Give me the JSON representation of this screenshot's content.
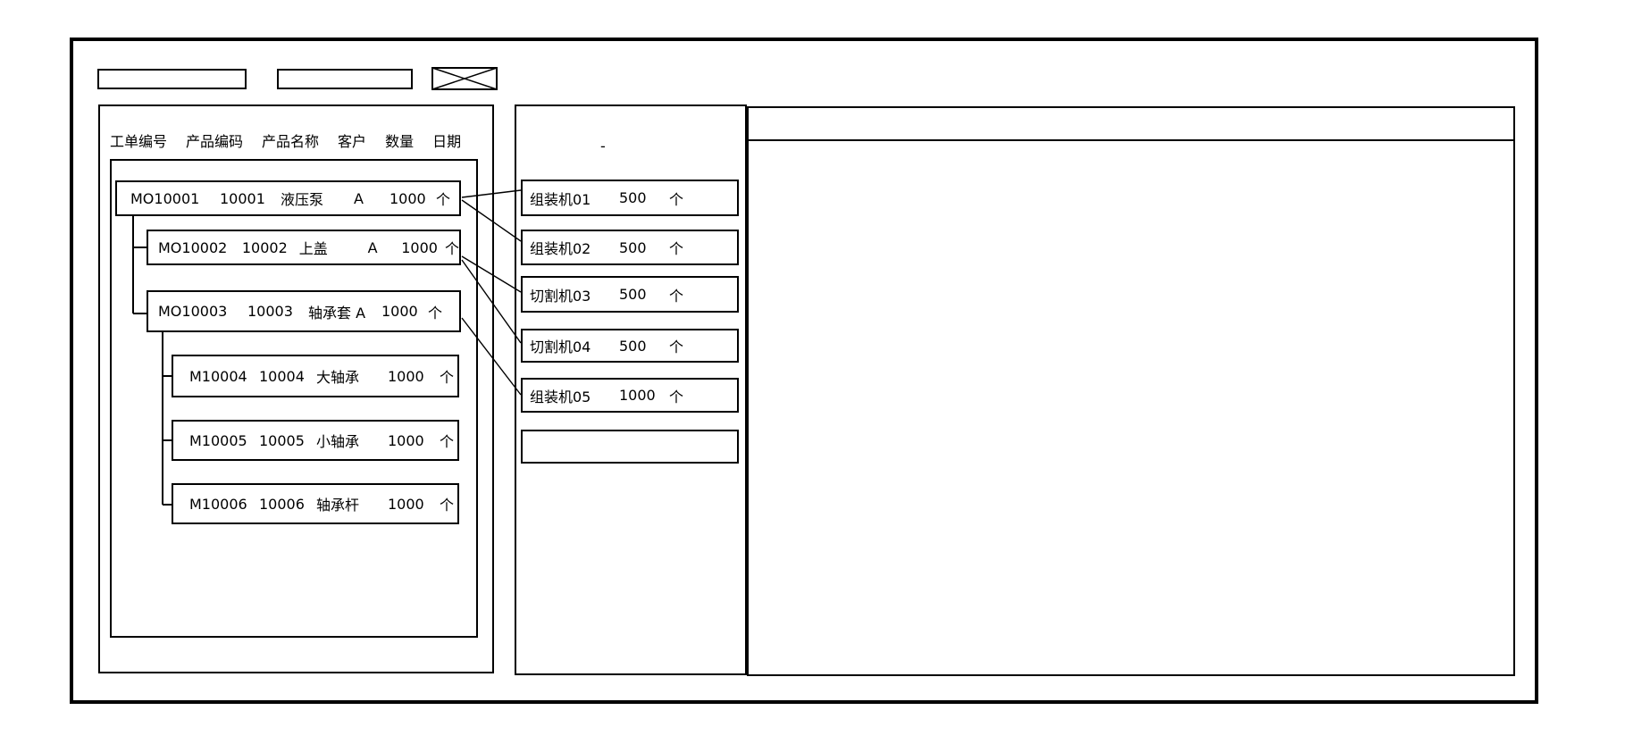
{
  "toolbar": {
    "field1_value": "",
    "field2_value": "",
    "close_icon": "x-cross"
  },
  "left_panel": {
    "columns": [
      "工单编号",
      "产品编码",
      "产品名称",
      "客户",
      "数量",
      "日期"
    ],
    "orders": [
      {
        "id": "MO10001",
        "code": "10001",
        "name": "液压泵",
        "customer": "A",
        "qty": "1000",
        "unit": "个",
        "level": 0
      },
      {
        "id": "MO10002",
        "code": "10002",
        "name": "上盖",
        "customer": "A",
        "qty": "1000",
        "unit": "个",
        "level": 1
      },
      {
        "id": "MO10003",
        "code": "10003",
        "name": "轴承套 A",
        "customer": "",
        "qty": "1000",
        "unit": "个",
        "level": 1
      },
      {
        "id": "M10004",
        "code": "10004",
        "name": "大轴承",
        "customer": "",
        "qty": "1000",
        "unit": "个",
        "level": 2
      },
      {
        "id": "M10005",
        "code": "10005",
        "name": "小轴承",
        "customer": "",
        "qty": "1000",
        "unit": "个",
        "level": 2
      },
      {
        "id": "M10006",
        "code": "10006",
        "name": "轴承杆",
        "customer": "",
        "qty": "1000",
        "unit": "个",
        "level": 2
      }
    ]
  },
  "middle_panel": {
    "mark": "-",
    "machines": [
      {
        "name": "组装机01",
        "qty": "500",
        "unit": "个"
      },
      {
        "name": "组装机02",
        "qty": "500",
        "unit": "个"
      },
      {
        "name": "切割机03",
        "qty": "500",
        "unit": "个"
      },
      {
        "name": "切割机04",
        "qty": "500",
        "unit": "个"
      },
      {
        "name": "组装机05",
        "qty": "1000",
        "unit": "个"
      },
      {
        "name": "",
        "qty": "",
        "unit": ""
      }
    ]
  },
  "connections": [
    {
      "from": "MO10001",
      "to": "组装机01"
    },
    {
      "from": "MO10001",
      "to": "组装机02"
    },
    {
      "from": "MO10002",
      "to": "切割机03"
    },
    {
      "from": "MO10002",
      "to": "切割机04"
    },
    {
      "from": "MO10003",
      "to": "组装机05"
    }
  ],
  "colors": {
    "line": "#000000",
    "background": "#ffffff"
  }
}
